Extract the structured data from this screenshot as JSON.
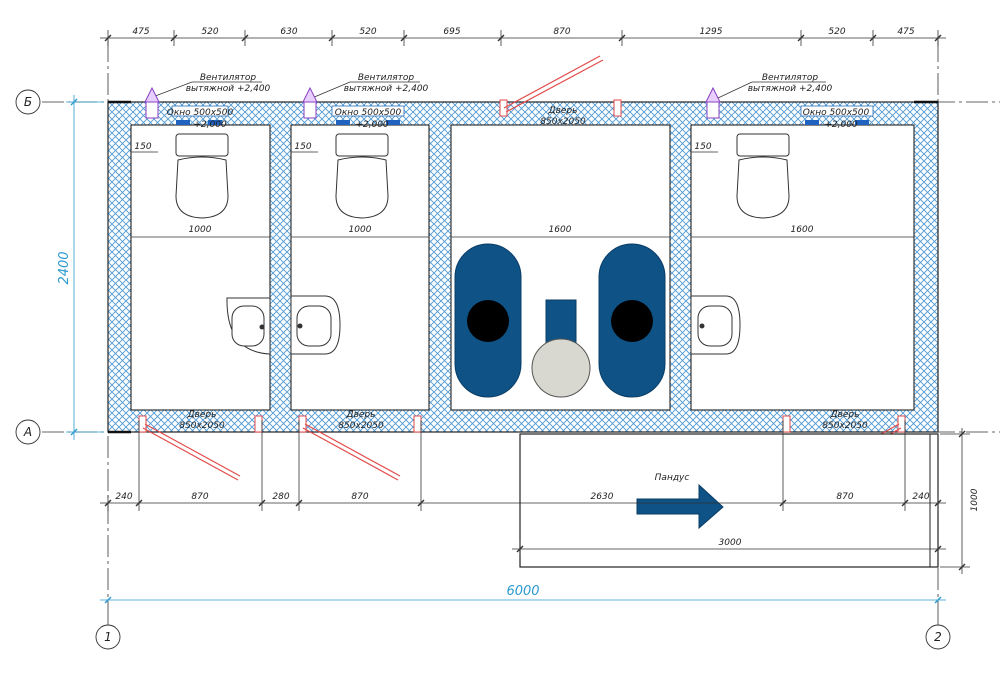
{
  "top_dims": [
    "475",
    "520",
    "630",
    "520",
    "695",
    "870",
    "1295",
    "520",
    "475"
  ],
  "bottom_dims": [
    "240",
    "870",
    "280",
    "870",
    "2630",
    "870",
    "240"
  ],
  "total_width": "6000",
  "total_height": "2400",
  "ramp_height": "1000",
  "ramp_width": "3000",
  "ramp_label": "Пандус",
  "axes": {
    "b": "Б",
    "a": "А",
    "one": "1",
    "two": "2"
  },
  "ventilator": {
    "line1": "Вентилятор",
    "line2": "вытяжной +2,400"
  },
  "window": {
    "line1": "Окно 500х500",
    "line2": "+2,000"
  },
  "door": {
    "line1": "Дверь",
    "line2": "850х2050"
  },
  "small_dim": "150",
  "room_widths": [
    "1000",
    "1000",
    "1600",
    "1600"
  ],
  "colors": {
    "fill_blue": "#0e5286",
    "wall_pattern": "#4f9ad6",
    "door_red": "#e24a4a",
    "dim_blue": "#2a9ad0",
    "basin_gray": "#d8d8d0"
  }
}
